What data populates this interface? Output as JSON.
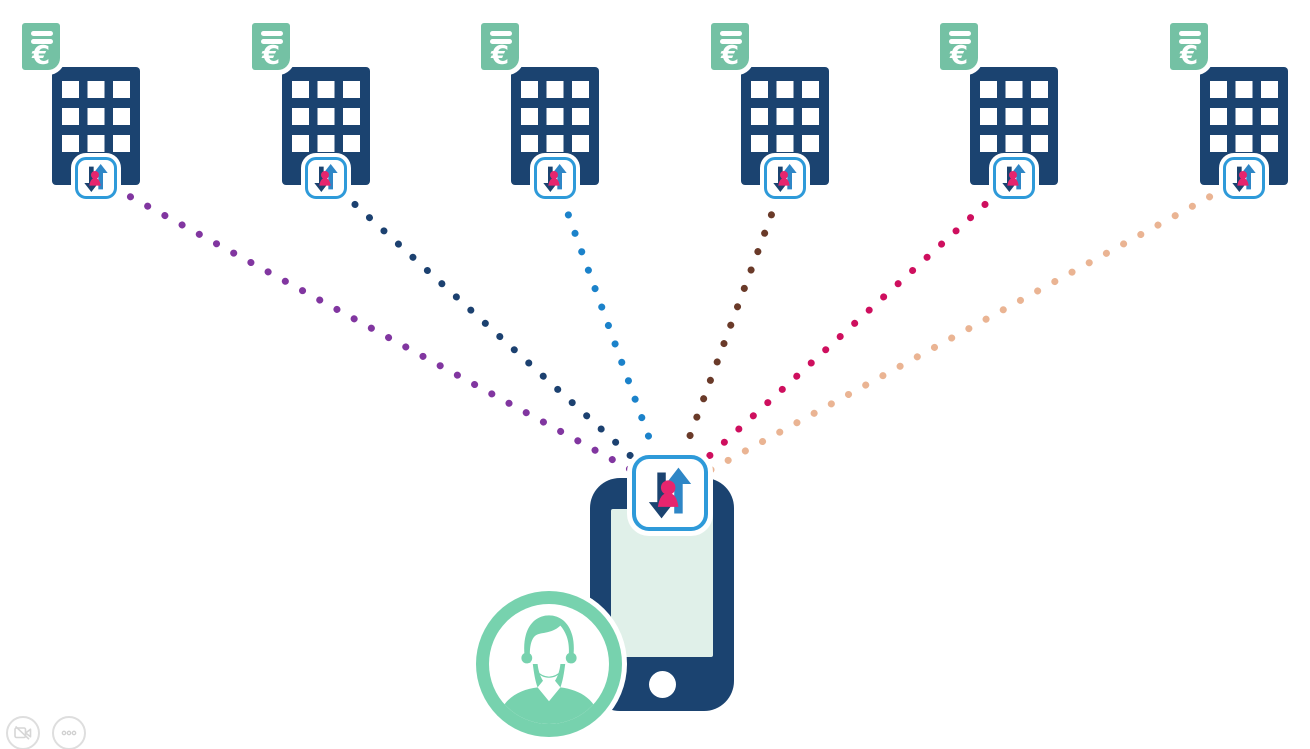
{
  "palette": {
    "building_navy": "#1b4370",
    "app_icon_border_blue": "#2e9ad9",
    "arrow_up_blue": "#2e86c6",
    "arrow_down_navy": "#1b4370",
    "person_pink": "#e6256e",
    "invoice_green": "#74c1a4",
    "avatar_green": "#77d2ae",
    "phone_screen_mint": "#e0f0e9",
    "control_gray": "#d6d6d6",
    "background": "#ffffff"
  },
  "invoice": {
    "symbol": "€"
  },
  "buildings": [
    {
      "id": "building-1",
      "connection_color": "#8136a0"
    },
    {
      "id": "building-2",
      "connection_color": "#1c4170"
    },
    {
      "id": "building-3",
      "connection_color": "#1b82ca"
    },
    {
      "id": "building-4",
      "connection_color": "#6a3a29"
    },
    {
      "id": "building-5",
      "connection_color": "#ce0f5e"
    },
    {
      "id": "building-6",
      "connection_color": "#eab493"
    }
  ],
  "connections": [
    {
      "from": "building-1",
      "to": "phone",
      "style": "dotted",
      "color": "#8136a0"
    },
    {
      "from": "building-2",
      "to": "phone",
      "style": "dotted",
      "color": "#1c4170"
    },
    {
      "from": "building-3",
      "to": "phone",
      "style": "dotted",
      "color": "#1b82ca"
    },
    {
      "from": "building-4",
      "to": "phone",
      "style": "dotted",
      "color": "#6a3a29"
    },
    {
      "from": "building-5",
      "to": "phone",
      "style": "dotted",
      "color": "#ce0f5e"
    },
    {
      "from": "building-6",
      "to": "phone",
      "style": "dotted",
      "color": "#eab493"
    }
  ],
  "controls": [
    {
      "name": "camera-off"
    },
    {
      "name": "more-options"
    }
  ]
}
